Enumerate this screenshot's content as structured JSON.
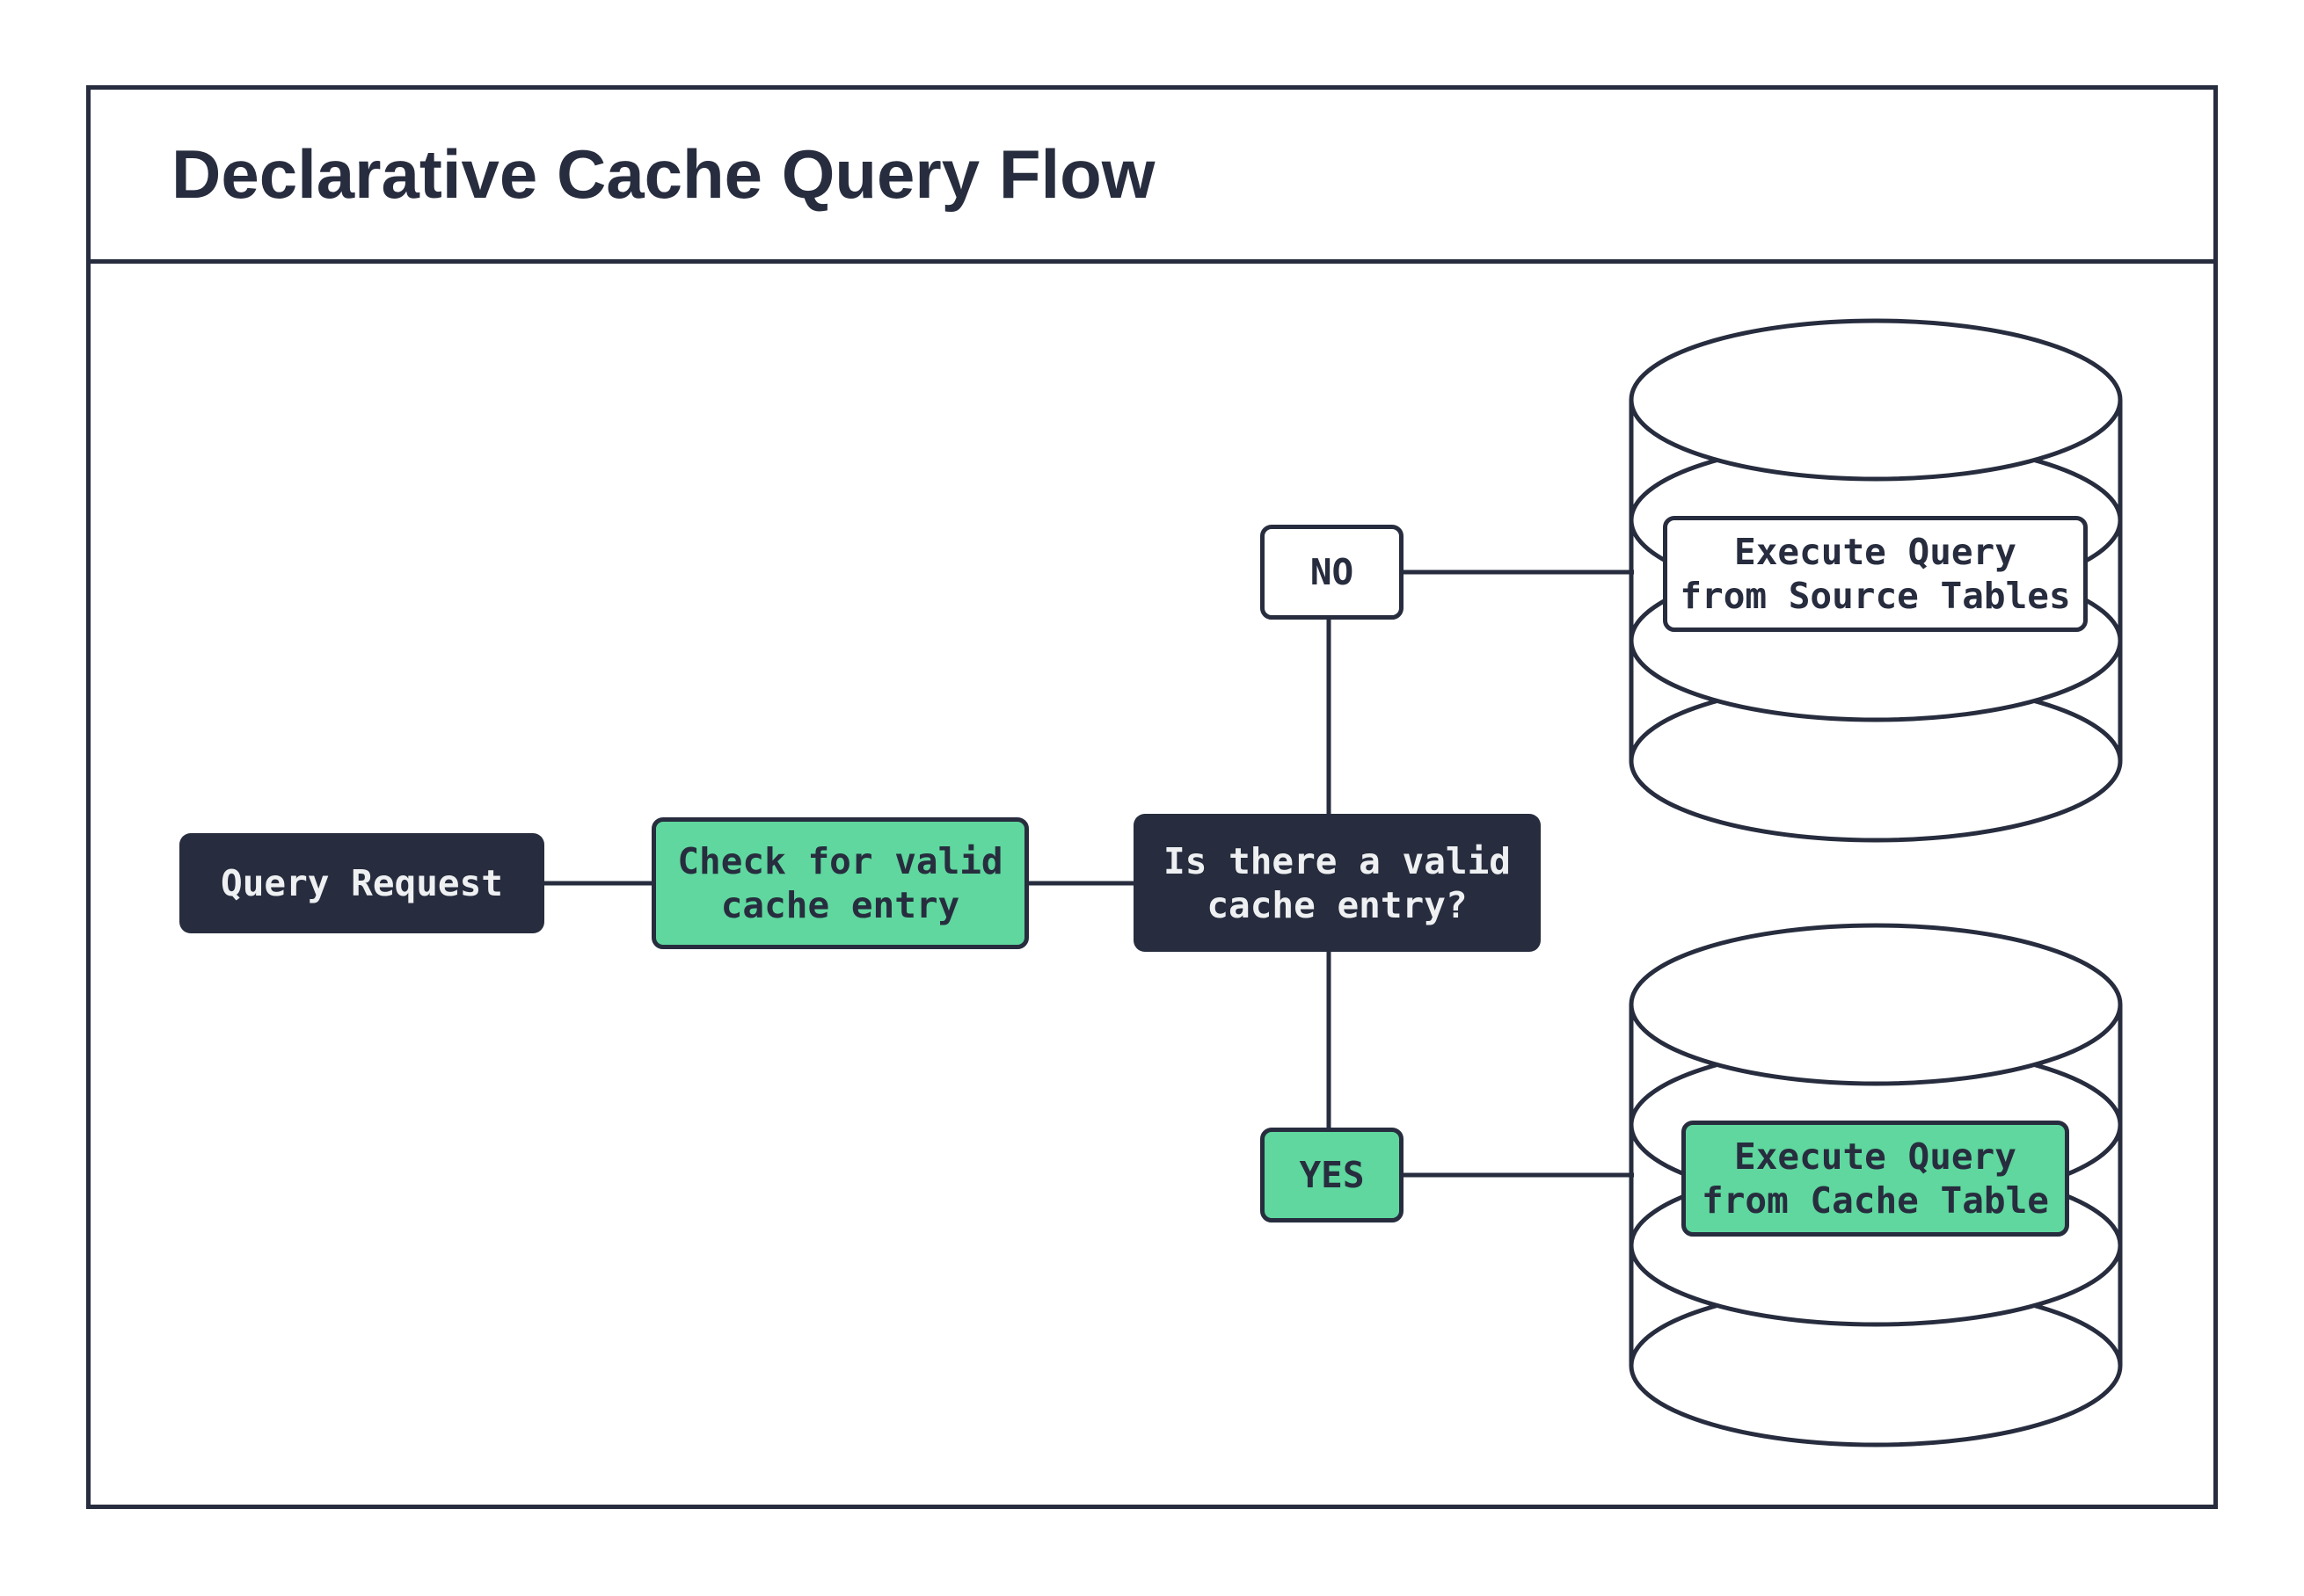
{
  "title": "Declarative Cache Query Flow",
  "colors": {
    "dark_navy": "#272d3e",
    "green": "#5fd79e",
    "light_text": "#eef0f2",
    "background": "#ffffff"
  },
  "nodes": {
    "query_request": {
      "label": "Query Request"
    },
    "check_cache": {
      "label": "Check for valid\ncache entry"
    },
    "decision": {
      "label": "Is there a valid\ncache entry?"
    },
    "no_branch": {
      "label": "NO"
    },
    "yes_branch": {
      "label": "YES"
    },
    "source_db_action": {
      "label": "Execute Query\nfrom Source Tables"
    },
    "cache_db_action": {
      "label": "Execute Query\nfrom Cache Table"
    }
  }
}
